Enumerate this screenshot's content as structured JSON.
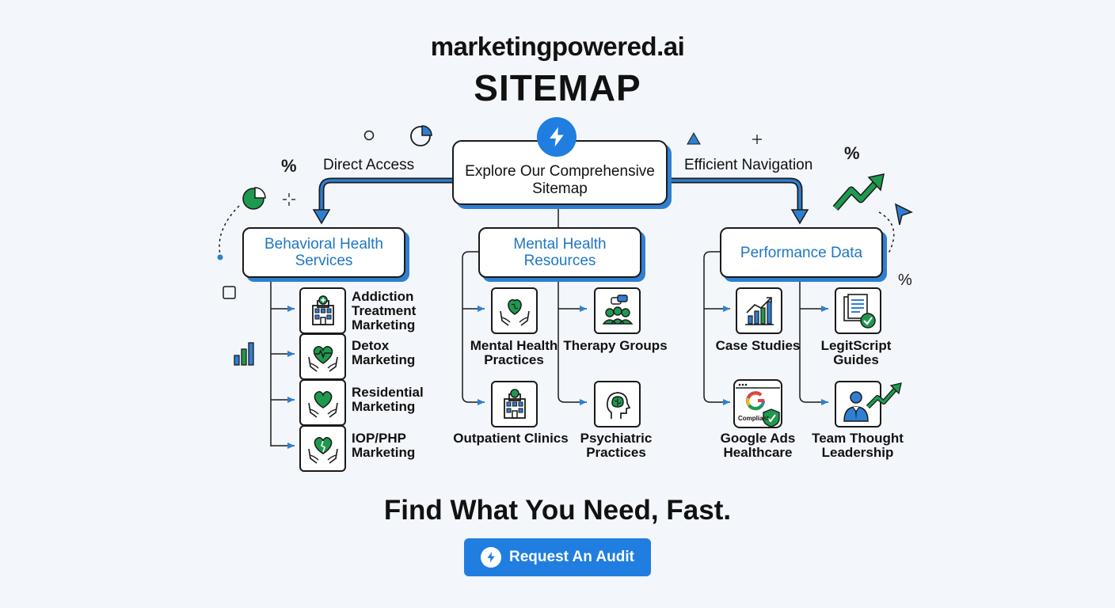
{
  "header": {
    "site": "marketingpowered.ai",
    "title": "SITEMAP"
  },
  "center": {
    "label": "Explore Our Comprehensive Sitemap",
    "icon": "lightning-bolt-icon"
  },
  "labels": {
    "left": "Direct Access",
    "right": "Efficient Navigation"
  },
  "categories": [
    {
      "title": "Behavioral Health Services",
      "items": [
        {
          "label": "Addiction Treatment Marketing",
          "icon": "hospital-building-icon"
        },
        {
          "label": "Detox Marketing",
          "icon": "heartbeat-hands-icon"
        },
        {
          "label": "Residential Marketing",
          "icon": "heart-hands-icon"
        },
        {
          "label": "IOP/PHP Marketing",
          "icon": "heart-hands-icon"
        }
      ]
    },
    {
      "title": "Mental Health Resources",
      "items": [
        {
          "label": "Mental Health Practices",
          "icon": "brain-hands-icon"
        },
        {
          "label": "Therapy Groups",
          "icon": "group-chat-icon"
        },
        {
          "label": "Outpatient Clinics",
          "icon": "clinic-building-icon"
        },
        {
          "label": "Psychiatric Practices",
          "icon": "head-brain-icon"
        }
      ]
    },
    {
      "title": "Performance Data",
      "items": [
        {
          "label": "Case Studies",
          "icon": "bar-chart-icon"
        },
        {
          "label": "LegitScript Guides",
          "icon": "document-check-icon"
        },
        {
          "label": "Google Ads Healthcare",
          "icon": "google-compliant-icon",
          "badge": "Compliant"
        },
        {
          "label": "Team Thought Leadership",
          "icon": "leader-growth-icon"
        }
      ]
    }
  ],
  "footer": {
    "tagline": "Find What You Need, Fast.",
    "cta": "Request An Audit"
  },
  "colors": {
    "blue": "#1f7ee0",
    "green": "#1e9a4e",
    "dark": "#1a1a1a",
    "background": "#f3f6fa"
  }
}
